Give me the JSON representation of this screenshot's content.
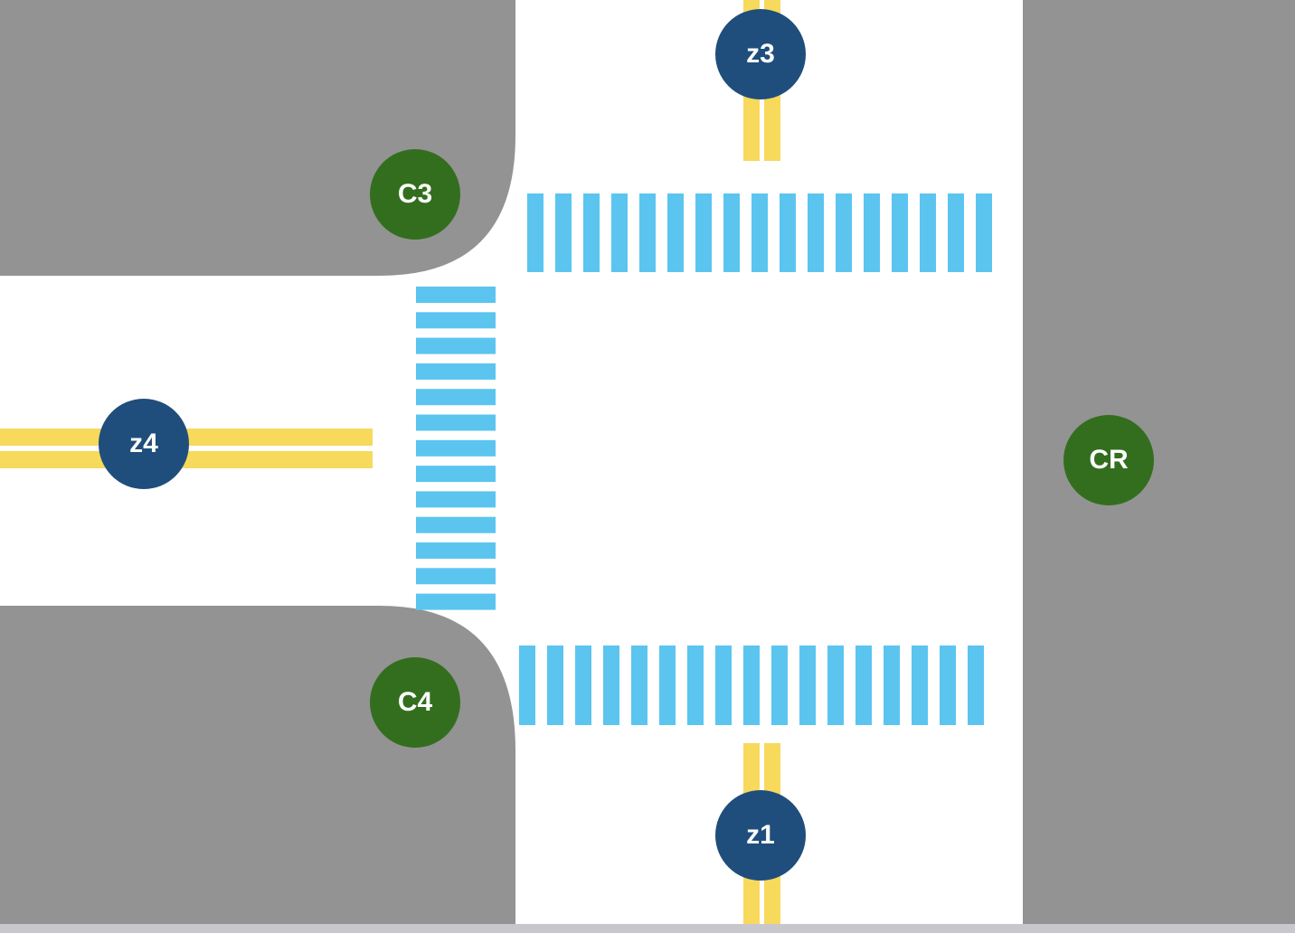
{
  "colors": {
    "sidewalk": "#939393",
    "road": "#ffffff",
    "centerline": "#f7d95c",
    "crosswalk": "#5bc5f0",
    "zone_marker": "#1f4e7c",
    "corner_marker": "#336e1f",
    "label_text": "#ffffff"
  },
  "zone_markers": {
    "z1": {
      "label": "z1"
    },
    "z3": {
      "label": "z3"
    },
    "z4": {
      "label": "z4"
    }
  },
  "corner_markers": {
    "c3": {
      "label": "C3"
    },
    "c4": {
      "label": "C4"
    },
    "cr": {
      "label": "CR"
    }
  },
  "crosswalks": {
    "north": {
      "stripe_count": 17,
      "orientation": "vertical-stripes"
    },
    "south": {
      "stripe_count": 17,
      "orientation": "vertical-stripes"
    },
    "west": {
      "stripe_count": 13,
      "orientation": "horizontal-stripes"
    }
  },
  "centerlines": [
    "north-approach",
    "south-approach",
    "west-approach"
  ]
}
